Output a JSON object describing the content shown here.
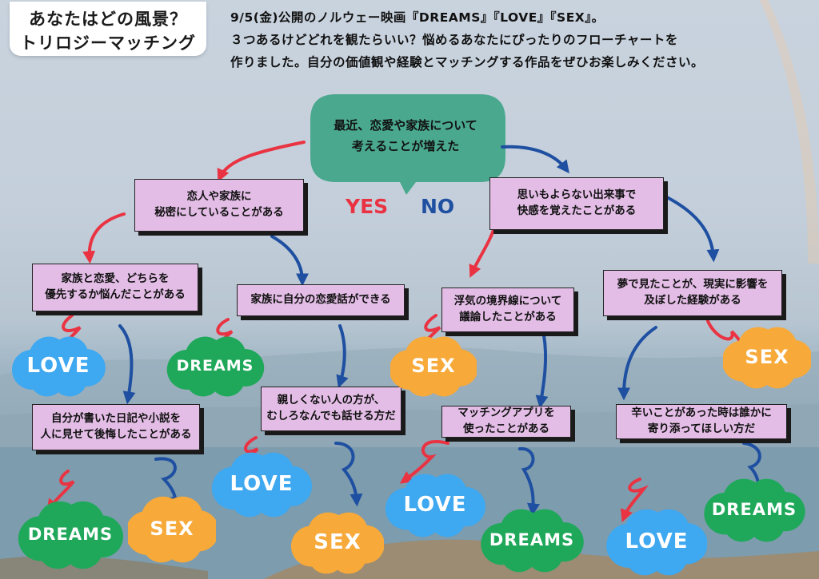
{
  "title": {
    "line1": "あなたはどの風景？",
    "line2": "トリロジーマッチング"
  },
  "intro": {
    "line1": "9/5(金)公開のノルウェー映画『DREAMS』『LOVE』『SEX』。",
    "line2": "３つあるけどどれを観たらいい？悩めるあなたにぴったりのフローチャートを",
    "line3": "作りました。自分の価値観や経験とマッチングする作品をぜひお楽しみください。"
  },
  "start": {
    "line1": "最近、恋愛や家族について",
    "line2": "考えることが増えた"
  },
  "labels": {
    "yes": "YES",
    "no": "NO"
  },
  "colors": {
    "yes_arrow": "#ea3342",
    "no_arrow": "#1e4fa1",
    "question_fill": "#e3bde6",
    "bubble": "#4aa88e",
    "love": "#3ea8f0",
    "dreams": "#1fa85a",
    "sex": "#f7a93a"
  },
  "questions": {
    "q_secret": {
      "line1": "恋人や家族に",
      "line2": "秘密にしていることがある"
    },
    "q_unexpected": {
      "line1": "思いもよらない出来事で",
      "line2": "快感を覚えたことがある"
    },
    "q_priority": {
      "line1": "家族と恋愛、どちらを",
      "line2": "優先するか悩んだことがある"
    },
    "q_family_talk": {
      "line1": "家族に自分の恋愛話ができる"
    },
    "q_cheating": {
      "line1": "浮気の境界線について",
      "line2": "議論したことがある"
    },
    "q_dream": {
      "line1": "夢で見たことが、現実に影響を",
      "line2": "及ぼした経験がある"
    },
    "q_diary": {
      "line1": "自分が書いた日記や小説を",
      "line2": "人に見せて後悔したことがある"
    },
    "q_stranger": {
      "line1": "親しくない人の方が、",
      "line2": "むしろなんでも話せる方だ"
    },
    "q_app": {
      "line1": "マッチングアプリを",
      "line2": "使ったことがある"
    },
    "q_hard": {
      "line1": "辛いことがあった時は誰かに",
      "line2": "寄り添ってほしい方だ"
    }
  },
  "results": {
    "r1": "LOVE",
    "r2": "DREAMS",
    "r3": "SEX",
    "r4": "SEX",
    "r5": "DREAMS",
    "r6": "SEX",
    "r7": "LOVE",
    "r8": "SEX",
    "r9": "LOVE",
    "r10": "DREAMS",
    "r11": "LOVE",
    "r12": "DREAMS"
  }
}
